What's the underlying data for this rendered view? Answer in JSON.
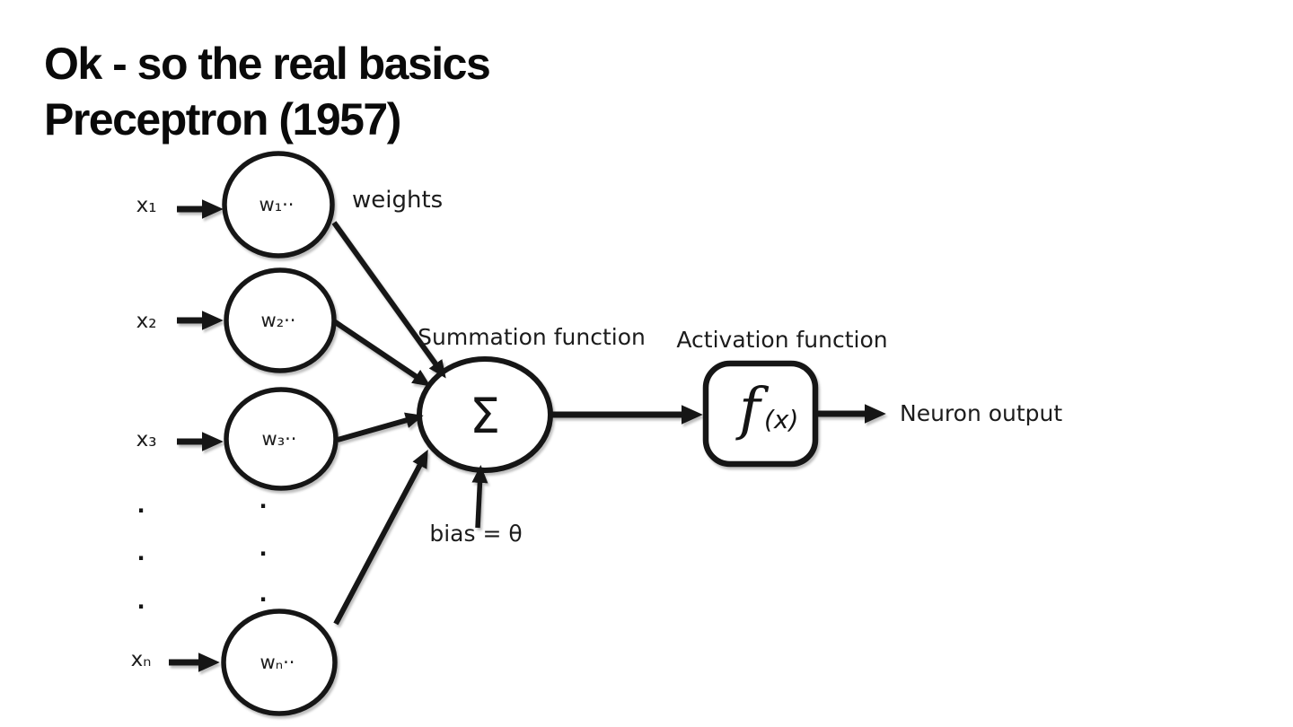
{
  "slide": {
    "title_line1": "Ok - so the real basics",
    "title_line2": "Preceptron (1957)"
  },
  "diagram": {
    "weights_caption": "weights",
    "summation_caption": "Summation function",
    "activation_caption": "Activation function",
    "bias_caption": "bias = θ",
    "output_caption": "Neuron output",
    "sigma_symbol": "Σ",
    "activation_f": "f",
    "activation_arg": "(x)",
    "ellipsis_dot": ".",
    "inputs": [
      {
        "label": "x₁",
        "weight": "w₁··"
      },
      {
        "label": "x₂",
        "weight": "w₂··"
      },
      {
        "label": "x₃",
        "weight": "w₃··"
      },
      {
        "label": "xₙ",
        "weight": "wₙ··"
      }
    ],
    "colors": {
      "ink": "#141414",
      "background": "#ffffff"
    }
  }
}
